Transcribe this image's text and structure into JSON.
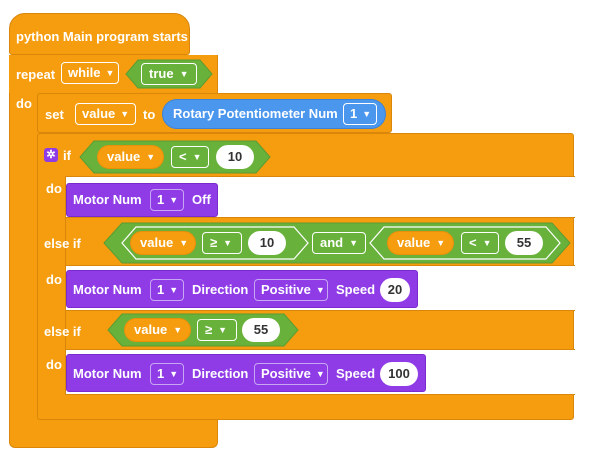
{
  "colors": {
    "control": "#f59d0f",
    "logic": "#68b23c",
    "sensor": "#4c97ee",
    "motor": "#8f3ce7",
    "value_pill": "#ffffff"
  },
  "hat": {
    "label": "python Main program starts"
  },
  "repeat": {
    "label": "repeat",
    "mode": "while",
    "condition": "true",
    "do_label": "do"
  },
  "set": {
    "label": "set",
    "variable": "value",
    "to_label": "to",
    "sensor_label": "Rotary Potentiometer Num",
    "sensor_num": "1"
  },
  "if_block": {
    "gear_icon": "gear-icon",
    "if_label": "if",
    "do1": "do",
    "do2": "do",
    "do3": "do",
    "elseif1": "else if",
    "elseif2": "else if"
  },
  "cond1": {
    "var": "value",
    "op": "<",
    "val": "10"
  },
  "motor1": {
    "label": "Motor Num",
    "num": "1",
    "off": "Off"
  },
  "cond2a": {
    "var": "value",
    "op": "≥",
    "val": "10"
  },
  "cond2_and": "and",
  "cond2b": {
    "var": "value",
    "op": "<",
    "val": "55"
  },
  "motor2": {
    "label": "Motor Num",
    "num": "1",
    "dir_label": "Direction",
    "dir": "Positive",
    "speed_label": "Speed",
    "speed": "20"
  },
  "cond3": {
    "var": "value",
    "op": "≥",
    "val": "55"
  },
  "motor3": {
    "label": "Motor Num",
    "num": "1",
    "dir_label": "Direction",
    "dir": "Positive",
    "speed_label": "Speed",
    "speed": "100"
  }
}
